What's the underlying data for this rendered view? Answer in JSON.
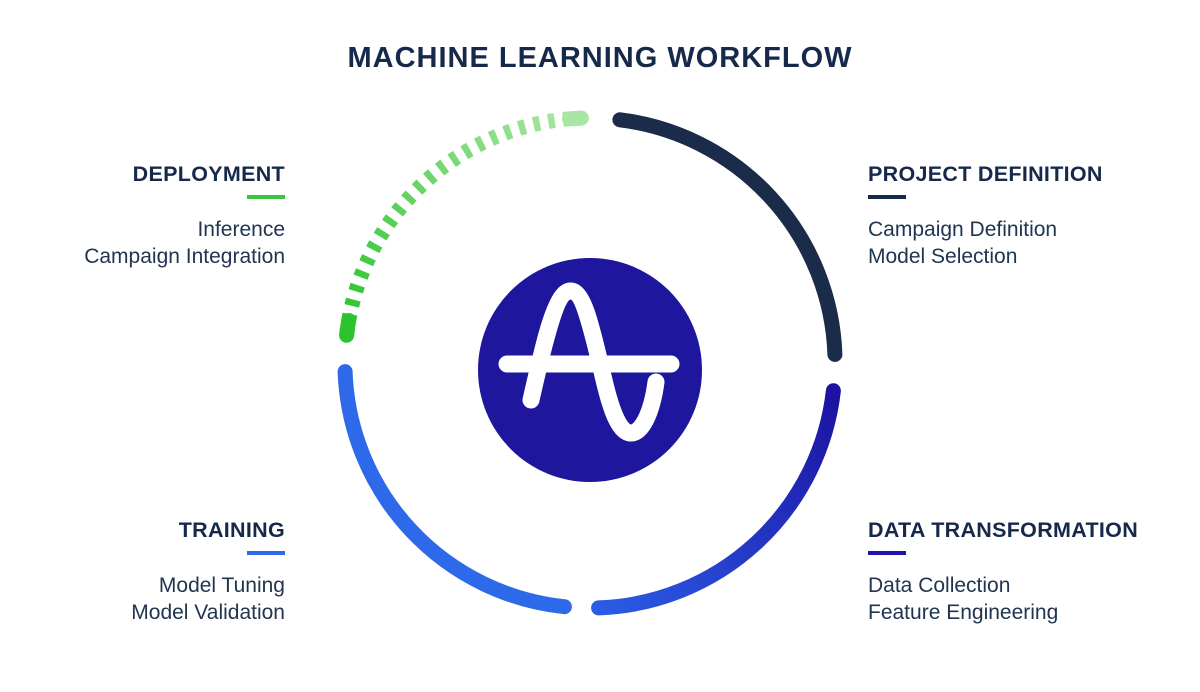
{
  "title": "MACHINE LEARNING WORKFLOW",
  "sections": {
    "deployment": {
      "label": "DEPLOYMENT",
      "items": [
        "Inference",
        "Campaign Integration"
      ],
      "accent": "#3cc43c",
      "position": "top-left"
    },
    "project_definition": {
      "label": "PROJECT DEFINITION",
      "items": [
        "Campaign Definition",
        "Model Selection"
      ],
      "accent": "#16294a",
      "position": "top-right"
    },
    "training": {
      "label": "TRAINING",
      "items": [
        "Model Tuning",
        "Model Validation"
      ],
      "accent": "#2d69e8",
      "position": "bottom-left"
    },
    "data_transformation": {
      "label": "DATA TRANSFORMATION",
      "items": [
        "Data Collection",
        "Feature Engineering"
      ],
      "accent": "#2013b0",
      "position": "bottom-right"
    }
  },
  "arcs": {
    "project_definition": {
      "style": "solid",
      "color": "#1b2b4a"
    },
    "data_transformation": {
      "style": "solid-gradient",
      "gradient": [
        "#1d12a2",
        "#2a5ce6"
      ]
    },
    "training": {
      "style": "solid",
      "color": "#2d69e8"
    },
    "deployment": {
      "style": "dashed-gradient",
      "gradient": [
        "#2cc42c",
        "#abe6a6"
      ],
      "end_dark": "#2cc42c",
      "end_light": "#a9e5a4"
    }
  },
  "logo": {
    "name": "Amplitude",
    "glyph": "sine-wave-a",
    "background": "#1e169d",
    "foreground": "#ffffff"
  },
  "text_colors": {
    "heading": "#16294a",
    "item": "#213551"
  }
}
